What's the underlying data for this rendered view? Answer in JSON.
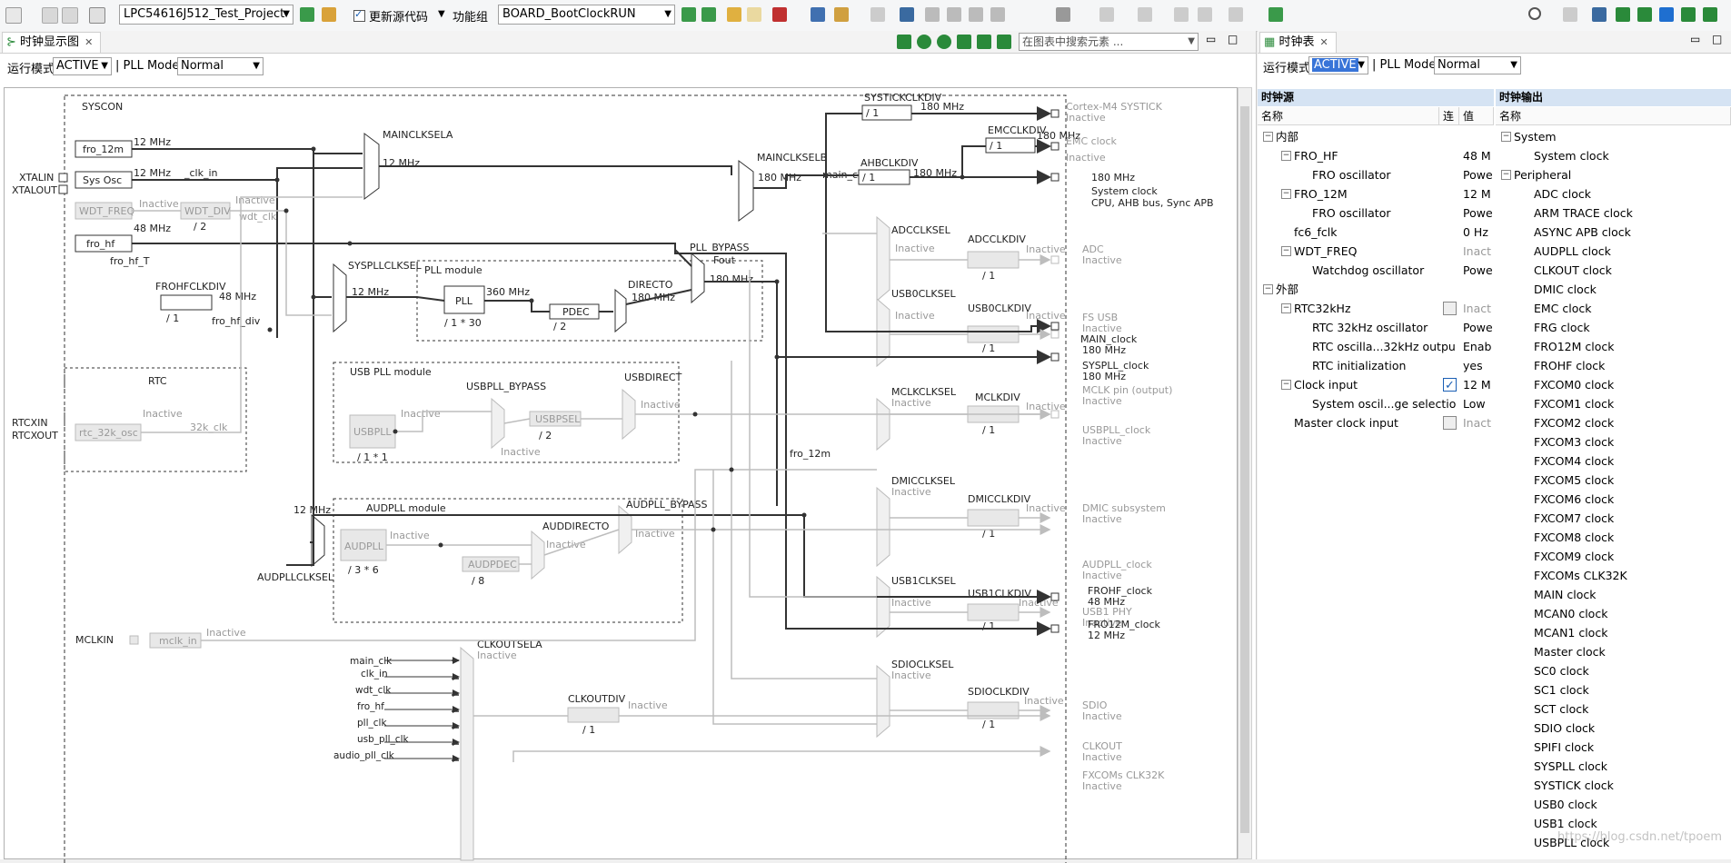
{
  "toolbar": {
    "project": "LPC54616J512_Test_Project",
    "update_code": "更新源代码",
    "function_group_label": "功能组",
    "function_group": "BOARD_BootClockRUN"
  },
  "left_view": {
    "tab_title": "时钟显示图",
    "run_mode_label": "运行模式",
    "run_mode": "ACTIVE",
    "pll_mode_label": "| PLL Mode",
    "pll_mode": "Normal",
    "search_placeholder": "在图表中搜索元素 ..."
  },
  "diagram": {
    "syscon": "SYSCON",
    "xtalin": "XTALIN",
    "xtalout": "XTALOUT",
    "rtcxin": "RTCXIN",
    "rtcxout": "RTCXOUT",
    "mclkin": "MCLKIN",
    "fro_12m": "fro_12m",
    "sys_osc": "Sys Osc",
    "wdt_freq": "WDT_FREQ",
    "wdt_div": "WDT_DIV",
    "fro_hf": "fro_hf",
    "f12": "12 MHz",
    "f48": "48 MHz",
    "f180": "180 MHz",
    "f360": "360 MHz",
    "inactive": "Inactive",
    "clk_in": "_clk_in",
    "wdt_clk": "wdt_clk",
    "div2": "/ 2",
    "div1": "/ 1",
    "fro_hf_t": "fro_hf_T",
    "frohfclkdiv": "FROHFCLKDIV",
    "fro_hf_div": "fro_hf_div",
    "mainclksela": "MAINCLKSELA",
    "mainclkselb": "MAINCLKSELB",
    "syspllclksel": "SYSPLLCLKSEL",
    "pll_module": "PLL module",
    "pll": "PLL",
    "pll_mult": "/ 1 * 30",
    "pdec": "PDEC",
    "directo": "DIRECTO",
    "pll_bypass": "PLL_BYPASS",
    "fout": "Fout",
    "systickclkdiv": "SYSTICKCLKDIV",
    "ahbclkdiv": "AHBCLKDIV",
    "emcclkdiv": "EMCCLKDIV",
    "main_clk": "main_clk",
    "rtc": "RTC",
    "rtc_osc": "rtc_32k_osc",
    "clk32k": "32k_clk",
    "usb_pll_module": "USB PLL module",
    "usbpll": "USBPLL",
    "usbpll_mult": "/ 1 * 1",
    "usbpll_bypass": "USBPLL_BYPASS",
    "usbpsel": "USBPSEL",
    "usbdirect": "USBDIRECT",
    "audpll_module": "AUDPLL module",
    "audpll": "AUDPLL",
    "audpll_mult": "/ 3 * 6",
    "audpdec": "AUDPDEC",
    "div8": "/ 8",
    "auddirecto": "AUDDIRECTO",
    "audpll_bypass": "AUDPLL_BYPASS",
    "audpllclksel": "AUDPLLCLKSEL",
    "mclk_in": "mclk_in",
    "fro_12m_bus": "fro_12m",
    "adcclksel": "ADCCLKSEL",
    "adcclkdiv": "ADCCLKDIV",
    "usb0clksel": "USB0CLKSEL",
    "usb0clkdiv": "USB0CLKDIV",
    "mclkclksel": "MCLKCLKSEL",
    "mclkdiv": "MCLKDIV",
    "dmicclksel": "DMICCLKSEL",
    "dmicclkdiv": "DMICCLKDIV",
    "usb1clksel": "USB1CLKSEL",
    "usb1clkdiv": "USB1CLKDIV",
    "sdioclksel": "SDIOCLKSEL",
    "sdioclkdiv": "SDIOCLKDIV",
    "clkoutsela": "CLKOUTSELA",
    "clkoutdiv": "CLKOUTDIV",
    "clkout_inputs": [
      "main_clk",
      "clk_in",
      "wdt_clk",
      "fro_hf",
      "pll_clk",
      "usb_pll_clk",
      "audio_pll_clk"
    ],
    "outputs": {
      "systick": "Cortex-M4 SYSTICK",
      "emc": "EMC clock",
      "system_clock": "System clock",
      "system_desc": "CPU, AHB bus, Sync APB",
      "adc": "ADC",
      "fs_usb": "FS USB",
      "main_clock": "MAIN_clock",
      "syspll_clock": "SYSPLL_clock",
      "mclk_pin": "MCLK pin (output)",
      "usbpll_clock": "USBPLL_clock",
      "dmic": "DMIC subsystem",
      "audpll_clock": "AUDPLL_clock",
      "usb1_phy": "USB1 PHY",
      "frohf_clock": "FROHF_clock",
      "fro12m_clock": "FRO12M_clock",
      "sdio": "SDIO",
      "clkout": "CLKOUT",
      "fxcoms_clk32k": "FXCOMs CLK32K"
    }
  },
  "right_view": {
    "tab_title": "时钟表",
    "run_mode_label": "运行模式",
    "run_mode": "ACTIVE",
    "pll_mode_label": "| PLL Mode",
    "pll_mode": "Normal",
    "sources_header": "时钟源",
    "outputs_header": "时钟输出",
    "col_name": "名称",
    "col_conn": "连",
    "col_value": "值",
    "col_out_name": "名称",
    "sources": [
      {
        "label": "内部",
        "level": 0,
        "expander": "−"
      },
      {
        "label": "FRO_HF",
        "level": 1,
        "expander": "−",
        "value": "48 M"
      },
      {
        "label": "FRO oscillator",
        "level": 2,
        "value": "Powe"
      },
      {
        "label": "FRO_12M",
        "level": 1,
        "expander": "−",
        "value": "12 M"
      },
      {
        "label": "FRO oscillator",
        "level": 2,
        "value": "Powe"
      },
      {
        "label": "fc6_fclk",
        "level": 1,
        "value": "0 Hz"
      },
      {
        "label": "WDT_FREQ",
        "level": 1,
        "expander": "−",
        "value": "Inact",
        "grey": true
      },
      {
        "label": "Watchdog oscillator",
        "level": 2,
        "value": "Powe"
      },
      {
        "label": "外部",
        "level": 0,
        "expander": "−"
      },
      {
        "label": "RTC32kHz",
        "level": 1,
        "expander": "−",
        "value": "Inact",
        "grey": true,
        "check": "off"
      },
      {
        "label": "RTC 32kHz oscillator",
        "level": 2,
        "value": "Powe"
      },
      {
        "label": "RTC oscilla...32kHz outpu",
        "level": 2,
        "value": "Enab"
      },
      {
        "label": "RTC initialization",
        "level": 2,
        "value": "yes"
      },
      {
        "label": "Clock input",
        "level": 1,
        "expander": "−",
        "value": "12 M",
        "check": "on"
      },
      {
        "label": "System oscil...ge selectio",
        "level": 2,
        "value": "Low"
      },
      {
        "label": "Master clock input",
        "level": 1,
        "value": "Inact",
        "grey": true,
        "check": "off"
      }
    ],
    "outputs": [
      {
        "label": "System",
        "level": 0,
        "expander": "−"
      },
      {
        "label": "System clock",
        "level": 1
      },
      {
        "label": "Peripheral",
        "level": 0,
        "expander": "−"
      },
      {
        "label": "ADC clock",
        "level": 1
      },
      {
        "label": "ARM TRACE clock",
        "level": 1
      },
      {
        "label": "ASYNC APB clock",
        "level": 1
      },
      {
        "label": "AUDPLL clock",
        "level": 1
      },
      {
        "label": "CLKOUT clock",
        "level": 1
      },
      {
        "label": "DMIC clock",
        "level": 1
      },
      {
        "label": "EMC clock",
        "level": 1
      },
      {
        "label": "FRG clock",
        "level": 1
      },
      {
        "label": "FRO12M clock",
        "level": 1
      },
      {
        "label": "FROHF clock",
        "level": 1
      },
      {
        "label": "FXCOM0 clock",
        "level": 1
      },
      {
        "label": "FXCOM1 clock",
        "level": 1
      },
      {
        "label": "FXCOM2 clock",
        "level": 1
      },
      {
        "label": "FXCOM3 clock",
        "level": 1
      },
      {
        "label": "FXCOM4 clock",
        "level": 1
      },
      {
        "label": "FXCOM5 clock",
        "level": 1
      },
      {
        "label": "FXCOM6 clock",
        "level": 1
      },
      {
        "label": "FXCOM7 clock",
        "level": 1
      },
      {
        "label": "FXCOM8 clock",
        "level": 1
      },
      {
        "label": "FXCOM9 clock",
        "level": 1
      },
      {
        "label": "FXCOMs CLK32K",
        "level": 1
      },
      {
        "label": "MAIN clock",
        "level": 1
      },
      {
        "label": "MCAN0 clock",
        "level": 1
      },
      {
        "label": "MCAN1 clock",
        "level": 1
      },
      {
        "label": "Master clock",
        "level": 1
      },
      {
        "label": "SC0 clock",
        "level": 1
      },
      {
        "label": "SC1 clock",
        "level": 1
      },
      {
        "label": "SCT clock",
        "level": 1
      },
      {
        "label": "SDIO clock",
        "level": 1
      },
      {
        "label": "SPIFI clock",
        "level": 1
      },
      {
        "label": "SYSPLL clock",
        "level": 1
      },
      {
        "label": "SYSTICK clock",
        "level": 1
      },
      {
        "label": "USB0 clock",
        "level": 1
      },
      {
        "label": "USB1 clock",
        "level": 1
      },
      {
        "label": "USBPLL clock",
        "level": 1
      }
    ],
    "watermark": "https://blog.csdn.net/tpoem"
  },
  "colors": {
    "active_line": "#333333",
    "inactive_line": "#bdbdbd",
    "selection": "#3874d8",
    "header_bg": "#d5e3f3"
  }
}
